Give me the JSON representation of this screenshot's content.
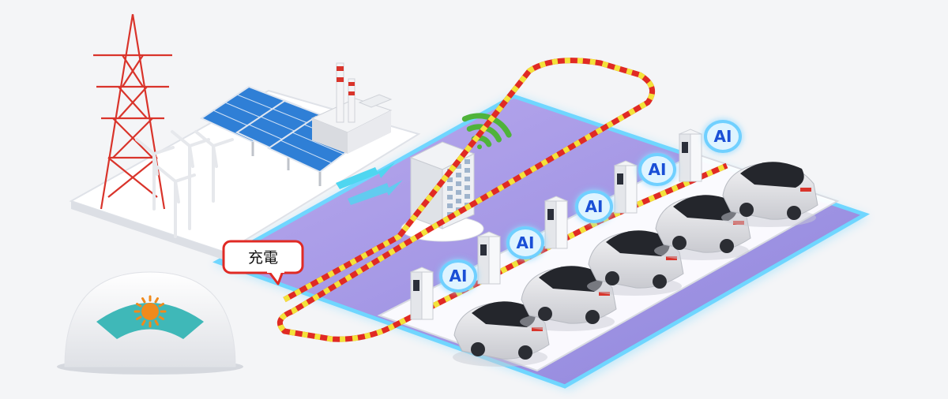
{
  "charge_label": "充電",
  "ai_labels": [
    "AI",
    "AI",
    "AI",
    "AI",
    "AI"
  ],
  "colors": {
    "background": "#f4f5f7",
    "lot_border": "#5fd0ff",
    "lot_surface": "#9b8fe0",
    "cable_red": "#e02a24",
    "cable_yellow": "#f3e23a",
    "wifi_green": "#4fb33a",
    "ai_glow": "#8fdcff",
    "pylon_red": "#d9342b",
    "solar_blue": "#2f7fd6",
    "fan_teal": "#3fb8b8",
    "sun_orange": "#f08a1c"
  },
  "icons": [
    "transmission-tower-icon",
    "wind-turbine-icon",
    "solar-panel-icon",
    "power-plant-icon",
    "office-building-icon",
    "wifi-signal-icon",
    "charging-station-icon",
    "electric-car-icon",
    "sun-icon",
    "ai-badge-icon"
  ]
}
